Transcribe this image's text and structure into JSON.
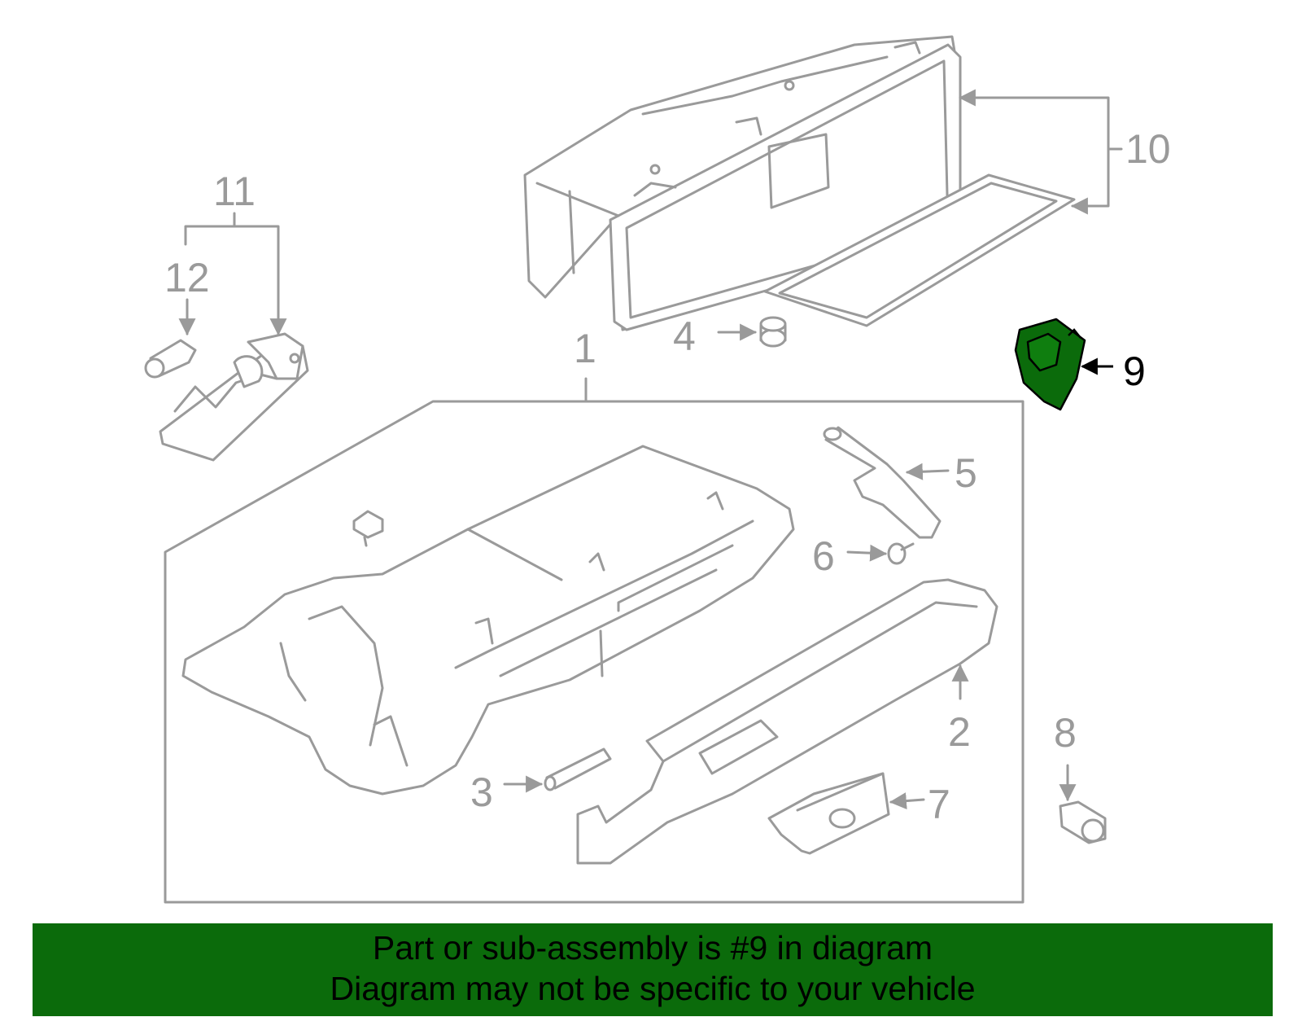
{
  "banner": {
    "line1": "Part or sub-assembly is #9 in diagram",
    "line2": "Diagram may not be specific to your vehicle"
  },
  "callouts": {
    "c1": "1",
    "c2": "2",
    "c3": "3",
    "c4": "4",
    "c5": "5",
    "c6": "6",
    "c7": "7",
    "c8": "8",
    "c9": "9",
    "c10": "10",
    "c11": "11",
    "c12": "12"
  },
  "highlighted_part": "9",
  "colors": {
    "line": "#9a9a9a",
    "highlight_fill": "#0b6b0b",
    "banner_bg": "#0b6b0b",
    "highlight_label": "#000000"
  }
}
